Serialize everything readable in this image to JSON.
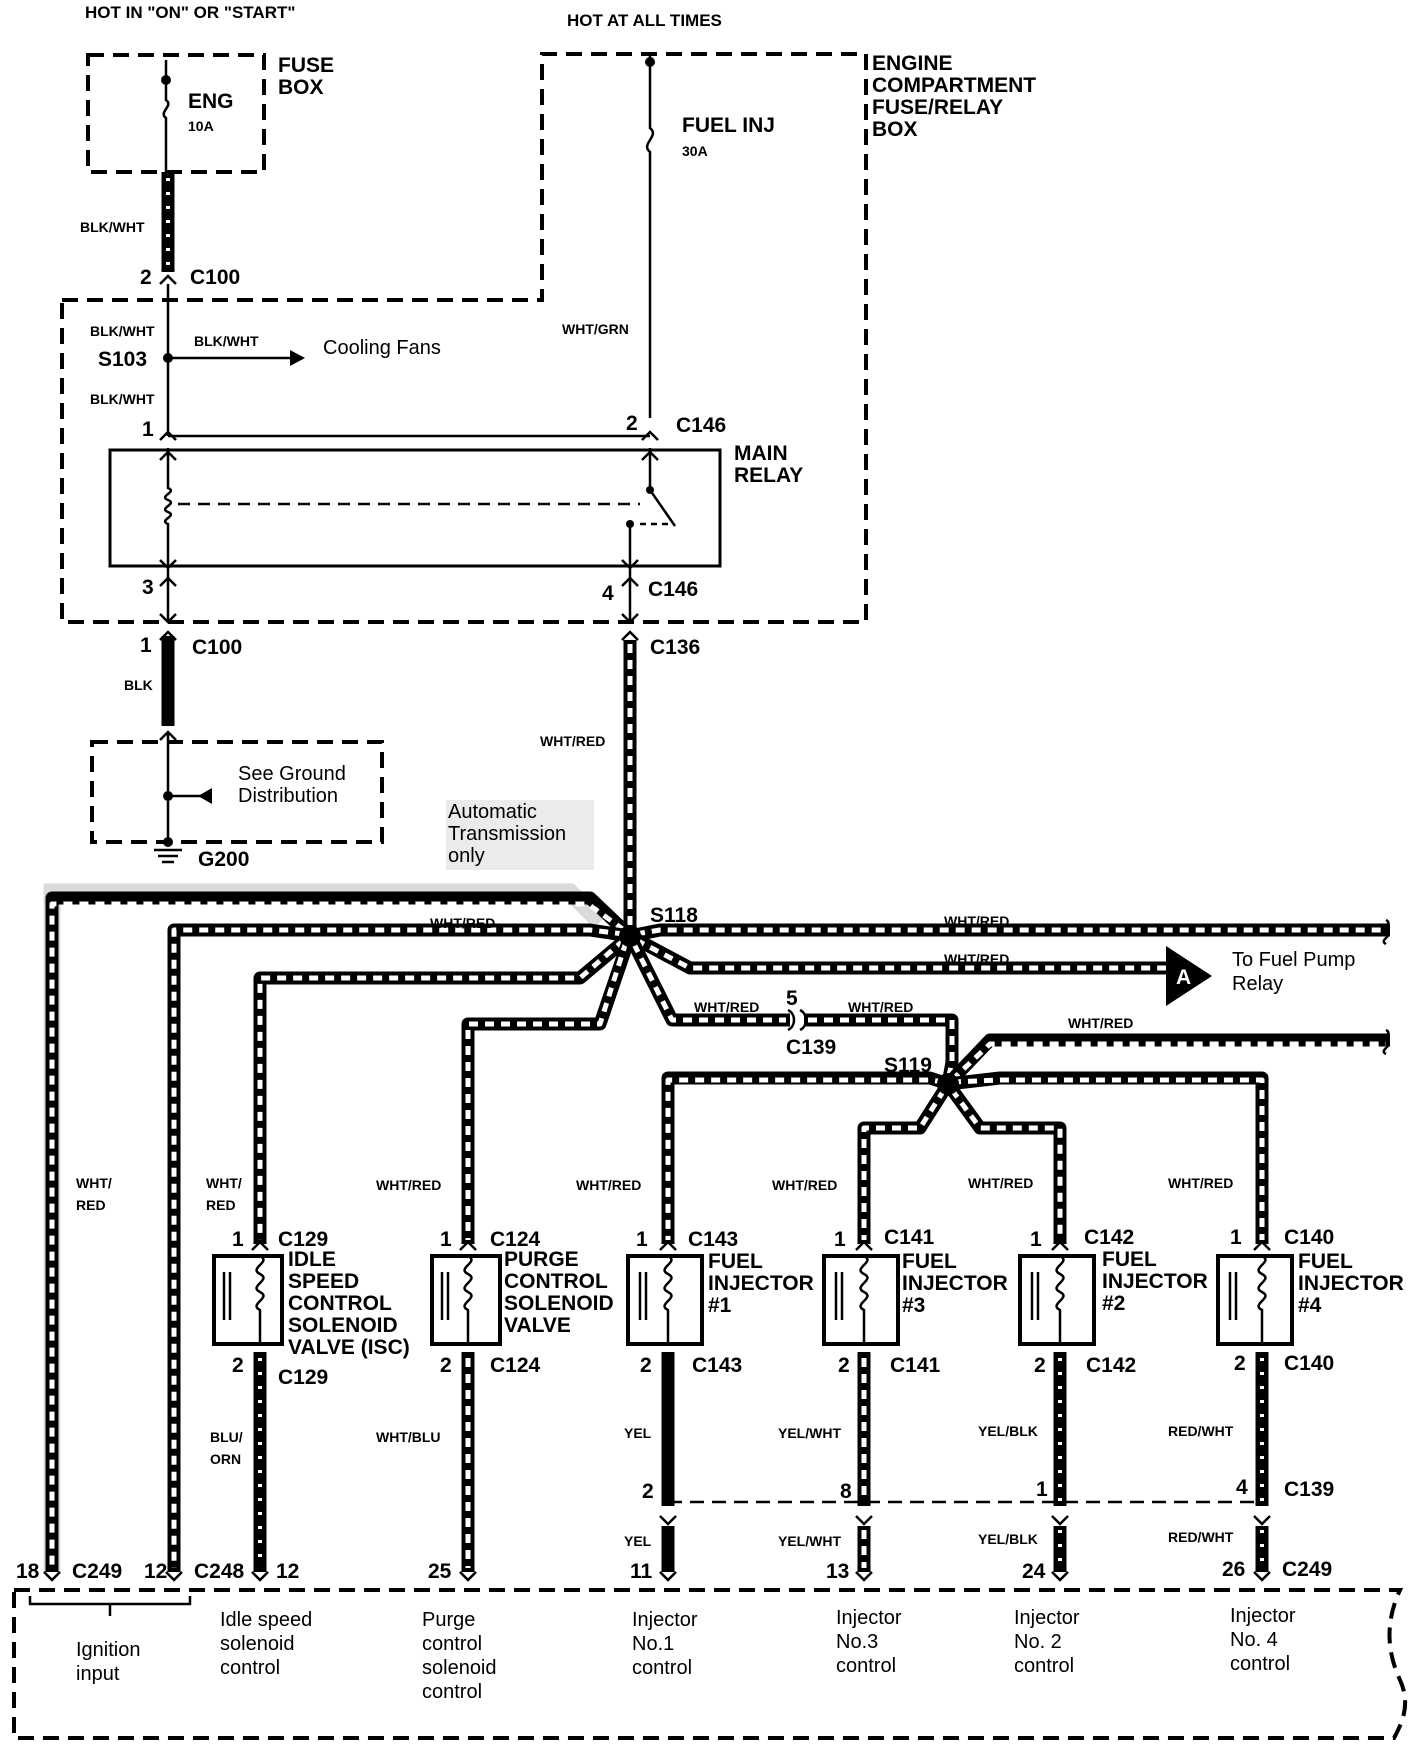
{
  "header": {
    "hot_on_start": "HOT IN \"ON\" OR \"START\"",
    "hot_all_times": "HOT AT ALL TIMES"
  },
  "fuse_box": {
    "title_1": "FUSE",
    "title_2": "BOX",
    "fuse_name": "ENG",
    "fuse_rating": "10A"
  },
  "engine_box": {
    "title_1": "ENGINE",
    "title_2": "COMPARTMENT",
    "title_3": "FUSE/RELAY",
    "title_4": "BOX",
    "fuse_name": "FUEL INJ",
    "fuse_rating": "30A"
  },
  "main_relay": {
    "title_1": "MAIN",
    "title_2": "RELAY"
  },
  "labels": {
    "blk_wht": "BLK/WHT",
    "blk": "BLK",
    "wht_grn": "WHT/GRN",
    "wht_red": "WHT/RED",
    "wht": "WHT/",
    "red": "RED",
    "blu": "BLU/",
    "orn": "ORN",
    "wht_blu": "WHT/BLU",
    "yel": "YEL",
    "yel_wht": "YEL/WHT",
    "yel_blk": "YEL/BLK",
    "red_wht": "RED/WHT",
    "cooling_fans": "Cooling Fans",
    "ground_1": "See Ground",
    "ground_2": "Distribution",
    "auto_1": "Automatic",
    "auto_2": "Transmission",
    "auto_3": "only",
    "to_fuel_1": "To Fuel Pump",
    "to_fuel_2": "Relay",
    "arrow_a": "A"
  },
  "connectors": {
    "c100": "C100",
    "c146": "C146",
    "c136": "C136",
    "s103": "S103",
    "s118": "S118",
    "s119": "S119",
    "c139": "C139",
    "g200": "G200",
    "c129": "C129",
    "c124": "C124",
    "c143": "C143",
    "c141": "C141",
    "c142": "C142",
    "c140": "C140",
    "c249": "C249",
    "c248": "C248"
  },
  "pins": {
    "p1": "1",
    "p2": "2",
    "p3": "3",
    "p4": "4",
    "p5": "5",
    "p8": "8",
    "p11": "11",
    "p12": "12",
    "p13": "13",
    "p18": "18",
    "p24": "24",
    "p25": "25",
    "p26": "26"
  },
  "components": {
    "isc": [
      "IDLE",
      "SPEED",
      "CONTROL",
      "SOLENOID",
      "VALVE (ISC)"
    ],
    "purge": [
      "PURGE",
      "CONTROL",
      "SOLENOID",
      "VALVE"
    ],
    "inj1": [
      "FUEL",
      "INJECTOR",
      "#1"
    ],
    "inj3": [
      "FUEL",
      "INJECTOR",
      "#3"
    ],
    "inj2": [
      "FUEL",
      "INJECTOR",
      "#2"
    ],
    "inj4": [
      "FUEL",
      "INJECTOR",
      "#4"
    ]
  },
  "ecm": {
    "ignition": [
      "Ignition",
      "input"
    ],
    "idle": [
      "Idle speed",
      "solenoid",
      "control"
    ],
    "purge": [
      "Purge",
      "control",
      "solenoid",
      "control"
    ],
    "inj1": [
      "Injector",
      "No.1",
      "control"
    ],
    "inj3": [
      "Injector",
      "No.3",
      "control"
    ],
    "inj2": [
      "Injector",
      "No. 2",
      "control"
    ],
    "inj4": [
      "Injector",
      "No. 4",
      "control"
    ]
  }
}
